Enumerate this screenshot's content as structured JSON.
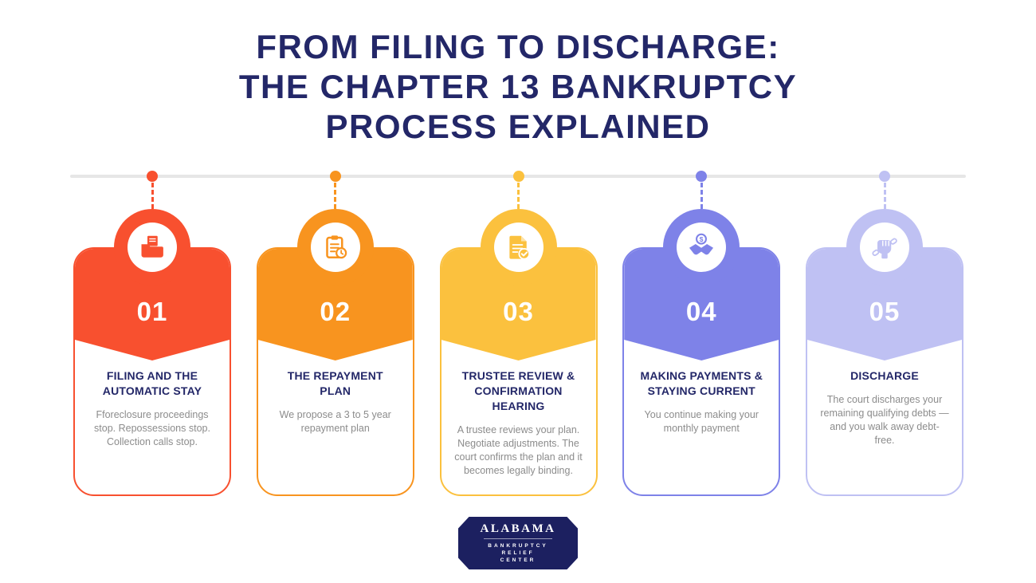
{
  "title": {
    "lines": [
      "FROM FILING TO DISCHARGE:",
      "THE CHAPTER 13 BANKRUPTCY",
      "PROCESS EXPLAINED"
    ]
  },
  "steps": [
    {
      "number": "01",
      "heading": "FILING AND THE AUTOMATIC STAY",
      "description": "Fforeclosure proceedings stop. Repossessions stop. Collection calls stop.",
      "color": "#F8502F",
      "icon": "filing-documents-icon"
    },
    {
      "number": "02",
      "heading": "THE REPAYMENT PLAN",
      "description": "We propose a 3 to 5 year repayment plan",
      "color": "#F8941F",
      "icon": "repayment-clipboard-icon"
    },
    {
      "number": "03",
      "heading": "TRUSTEE REVIEW & CONFIRMATION HEARING",
      "description": "A trustee reviews your plan. Negotiate adjustments. The court confirms the plan and it becomes legally binding.",
      "color": "#FBC13E",
      "icon": "document-check-icon"
    },
    {
      "number": "04",
      "heading": "MAKING PAYMENTS & STAYING CURRENT",
      "description": "You continue making your monthly payment",
      "color": "#7E82E8",
      "icon": "handshake-dollar-icon"
    },
    {
      "number": "05",
      "heading": "DISCHARGE",
      "description": "The court discharges your remaining qualifying debts — and you walk away debt-free.",
      "color": "#BFC1F3",
      "icon": "fist-chain-icon"
    }
  ],
  "footer": {
    "brand": "ALABAMA",
    "sub_lines": [
      "BANKRUPTCY",
      "RELIEF",
      "CENTER"
    ],
    "badge_color": "#1C2060"
  },
  "theme": {
    "title_color": "#232768",
    "body_text_color": "#8C8C8C",
    "timeline_color": "#E6E6E6",
    "background": "#FFFFFF"
  }
}
